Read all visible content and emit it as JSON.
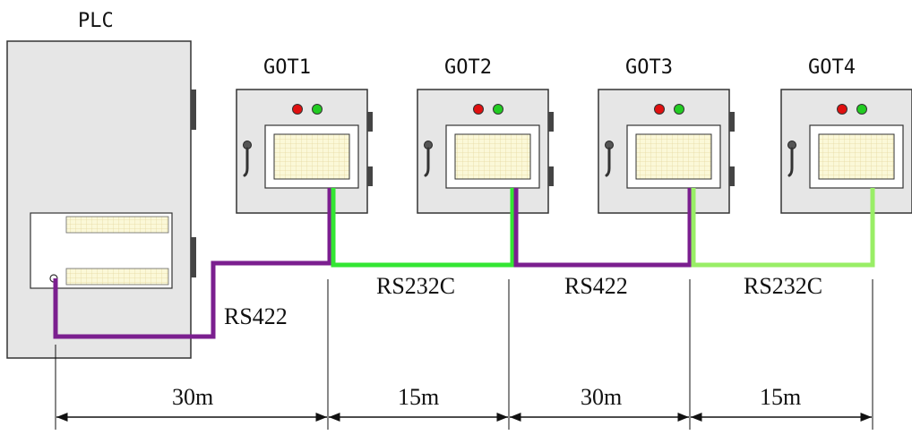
{
  "plc": {
    "label": "PLC"
  },
  "gots": [
    {
      "label": "GOT1"
    },
    {
      "label": "GOT2"
    },
    {
      "label": "GOT3"
    },
    {
      "label": "GOT4"
    }
  ],
  "cables": [
    {
      "label": "RS422",
      "color": "#7b1f8f"
    },
    {
      "label": "RS232C",
      "color": "#33e633"
    },
    {
      "label": "RS422",
      "color": "#7b1f8f"
    },
    {
      "label": "RS232C",
      "color": "#99ee66"
    }
  ],
  "distances": [
    "30m",
    "15m",
    "30m",
    "15m"
  ],
  "colors": {
    "panel_fill": "#e6e6e6",
    "panel_stroke": "#333333",
    "lamp_red": "#e01010",
    "lamp_green": "#22cc22",
    "screen_fill": "#fbf8d8"
  }
}
